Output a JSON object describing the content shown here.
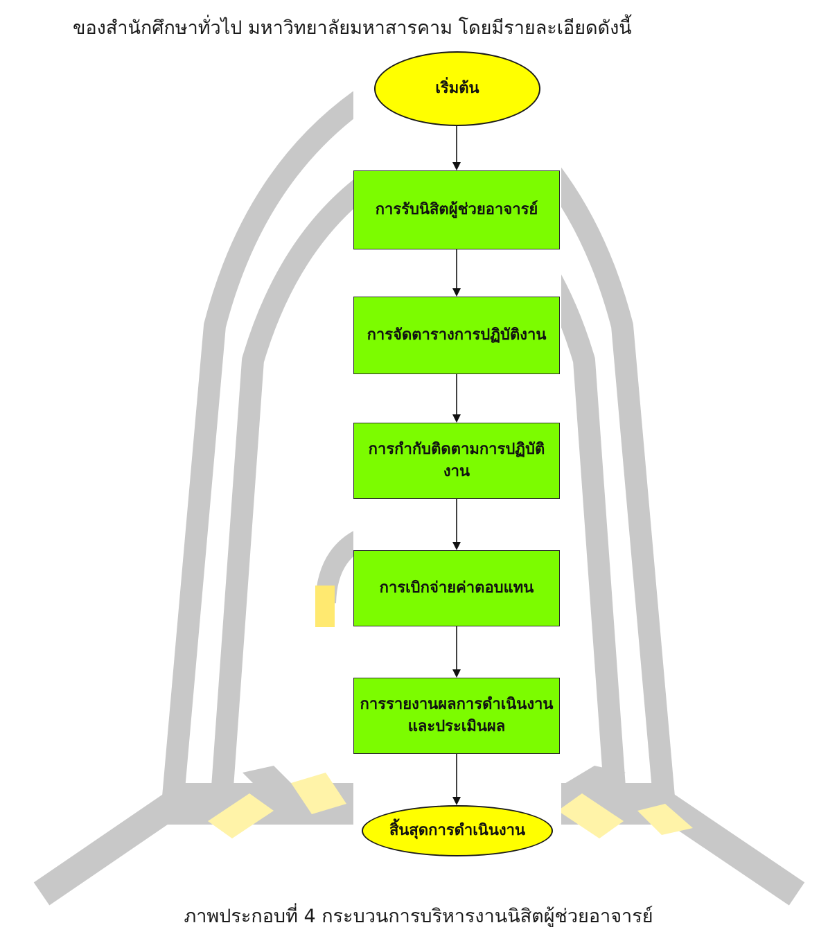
{
  "intro_text": "ของสำนักศึกษาทั่วไป มหาวิทยาลัยมหาสารคาม โดยมีรายละเอียดดังนี้",
  "flowchart": {
    "start": "เริ่มต้น",
    "steps": [
      "การรับนิสิตผู้ช่วยอาจารย์",
      "การจัดตารางการปฏิบัติงาน",
      "การกำกับติดตามการปฏิบัติงาน",
      "การเบิกจ่ายค่าตอบแทน",
      "การรายงานผลการดำเนินงานและประเมินผล"
    ],
    "end": "สิ้นสุดการดำเนินงาน"
  },
  "caption": "ภาพประกอบที่ 4 กระบวนการบริหารงานนิสิตผู้ช่วยอาจารย์",
  "colors": {
    "terminal_fill": "#ffff00",
    "process_fill": "#7cfc00",
    "watermark": "#c8c8c8"
  }
}
